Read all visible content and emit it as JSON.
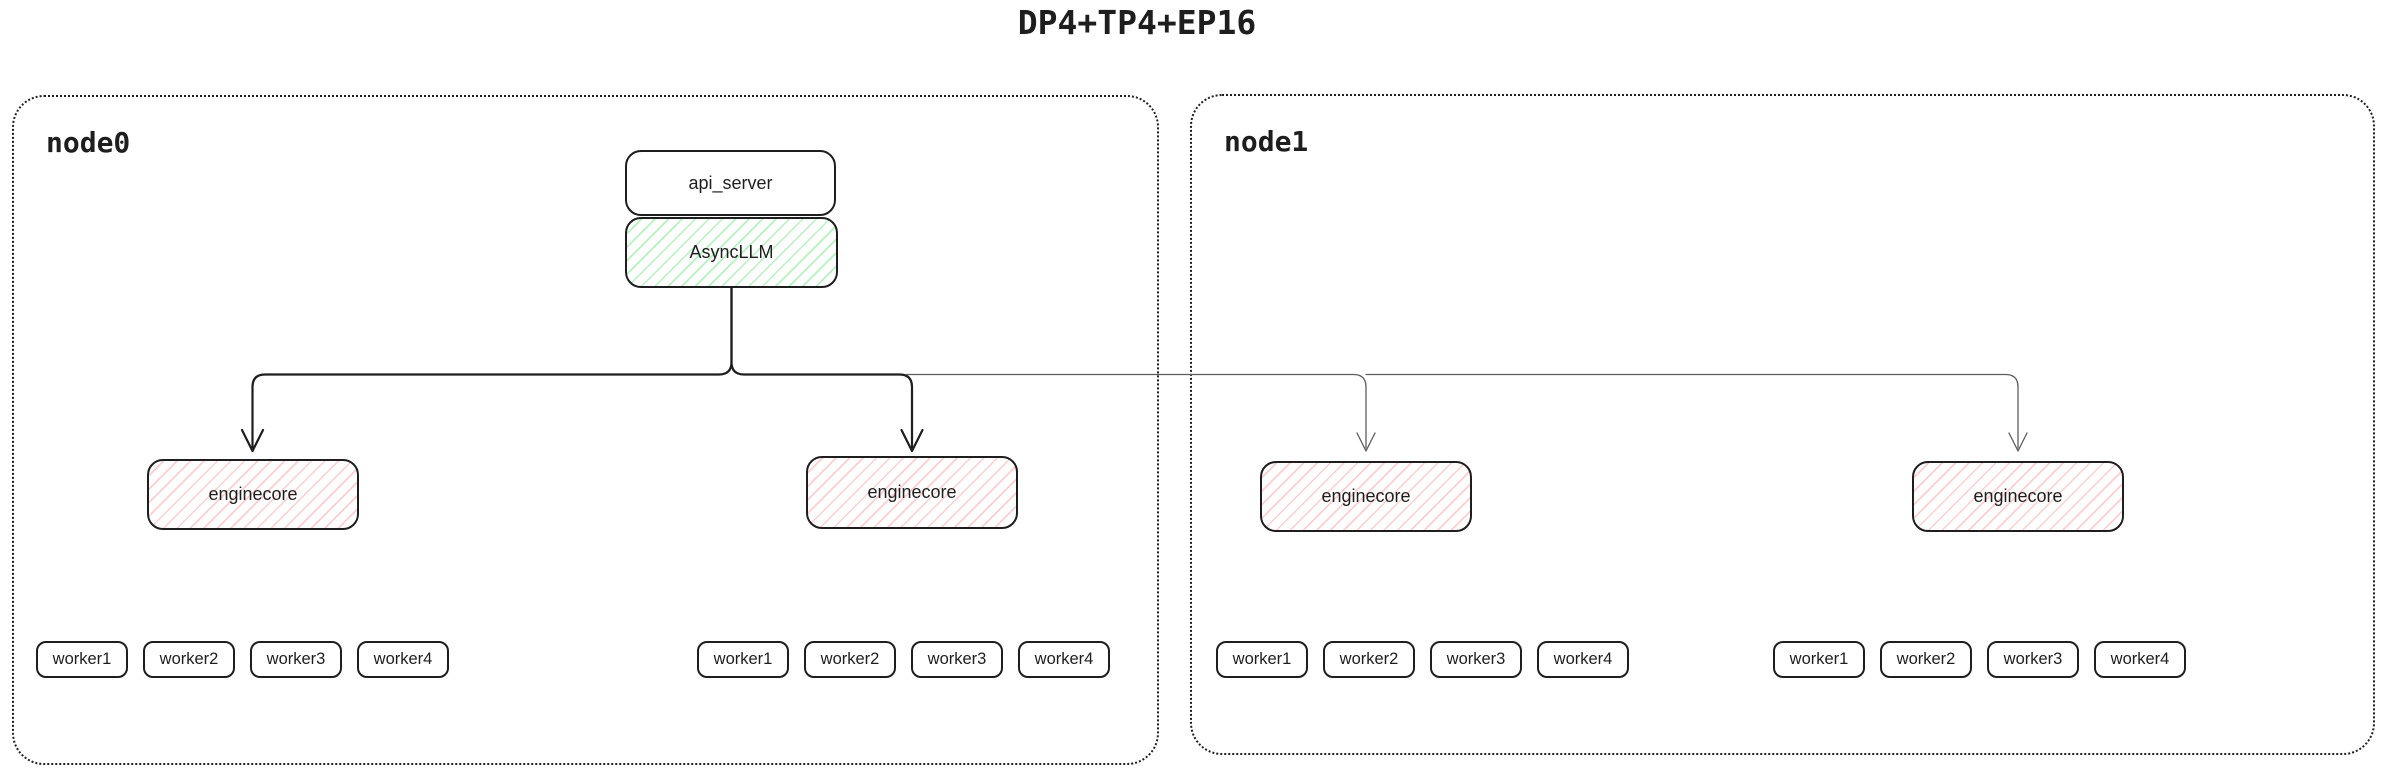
{
  "title": "DP4+TP4+EP16",
  "nodes": [
    {
      "label": "node0",
      "api_server_label": "api_server",
      "async_llm_label": "AsyncLLM",
      "enginecores": [
        {
          "label": "enginecore",
          "workers": [
            "worker1",
            "worker2",
            "worker3",
            "worker4"
          ]
        },
        {
          "label": "enginecore",
          "workers": [
            "worker1",
            "worker2",
            "worker3",
            "worker4"
          ]
        }
      ]
    },
    {
      "label": "node1",
      "enginecores": [
        {
          "label": "enginecore",
          "workers": [
            "worker1",
            "worker2",
            "worker3",
            "worker4"
          ]
        },
        {
          "label": "enginecore",
          "workers": [
            "worker1",
            "worker2",
            "worker3",
            "worker4"
          ]
        }
      ]
    }
  ],
  "colors": {
    "outline": "#1e1e1e",
    "async_llm_hatch": "#b2f2bb",
    "enginecore_hatch": "#ffc9c9",
    "secondary_line": "#5c5c5c",
    "background": "#ffffff"
  }
}
